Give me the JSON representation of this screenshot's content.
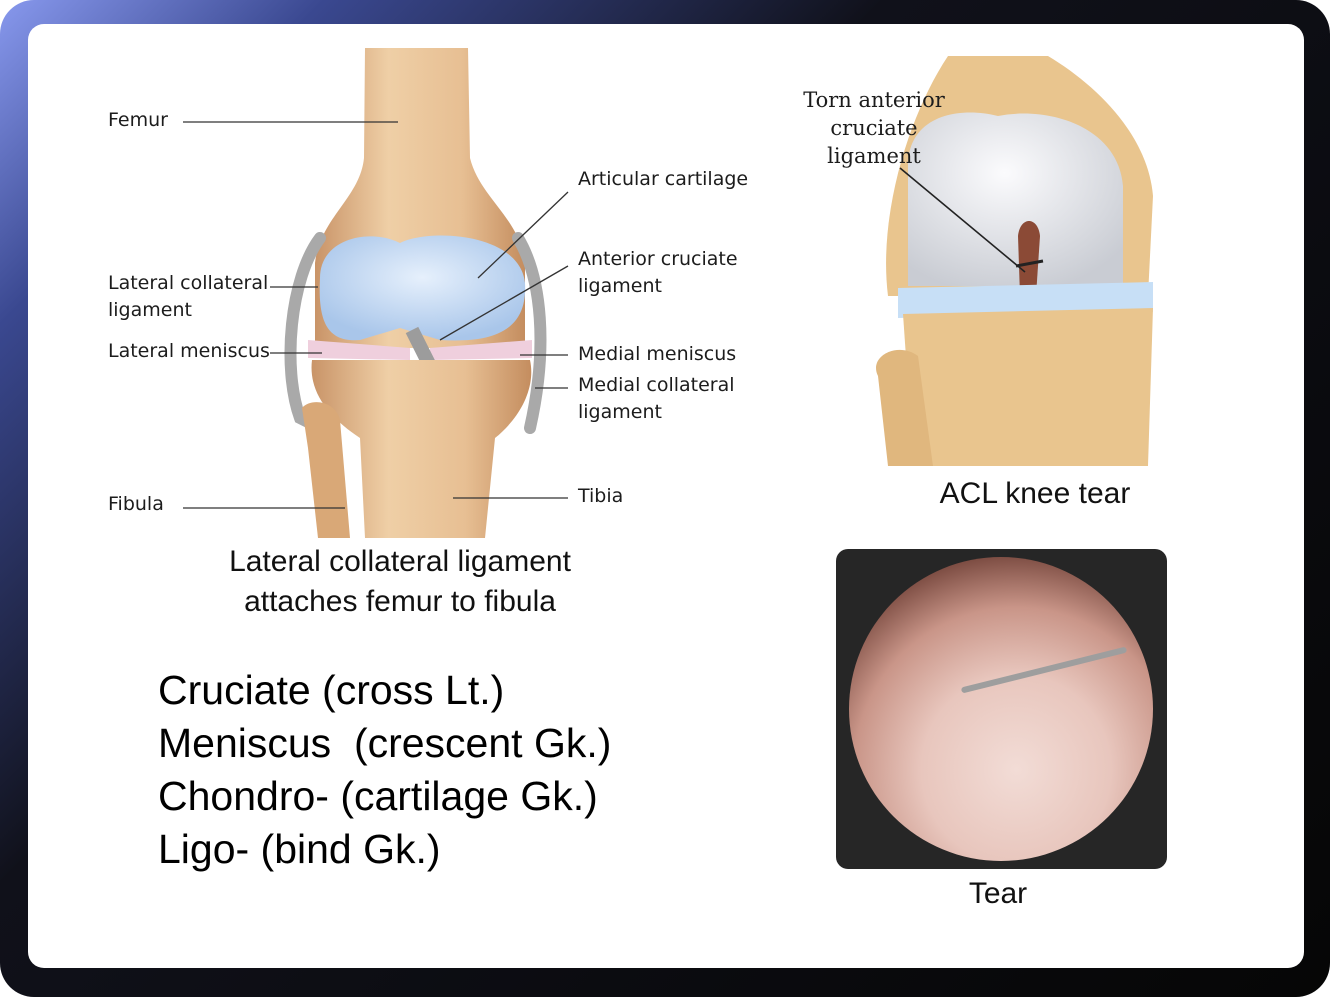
{
  "knee_diagram": {
    "labels": {
      "femur": "Femur",
      "articular_cartilage": "Articular cartilage",
      "lateral_collateral_ligament": "Lateral collateral\nligament",
      "anterior_cruciate_ligament": "Anterior cruciate\nligament",
      "lateral_meniscus": "Lateral meniscus",
      "medial_meniscus": "Medial meniscus",
      "medial_collateral_ligament": "Medial collateral\nligament",
      "fibula": "Fibula",
      "tibia": "Tibia"
    },
    "caption": "Lateral collateral ligament\nattaches femur to fibula"
  },
  "acl_illustration": {
    "label": "Torn anterior\ncruciate\nligament",
    "caption": "ACL knee tear"
  },
  "arthroscopy": {
    "caption": "Tear"
  },
  "etymology": [
    "Cruciate (cross Lt.)",
    "Meniscus  (crescent Gk.)",
    "Chondro- (cartilage Gk.)",
    "Ligo- (bind Gk.)"
  ],
  "colors": {
    "bone": "#e8c398",
    "cartilage": "#c6dcf6",
    "ligament": "#b8b8b8",
    "meniscus": "#f0d4e0",
    "frame": "#0a0a0a"
  }
}
